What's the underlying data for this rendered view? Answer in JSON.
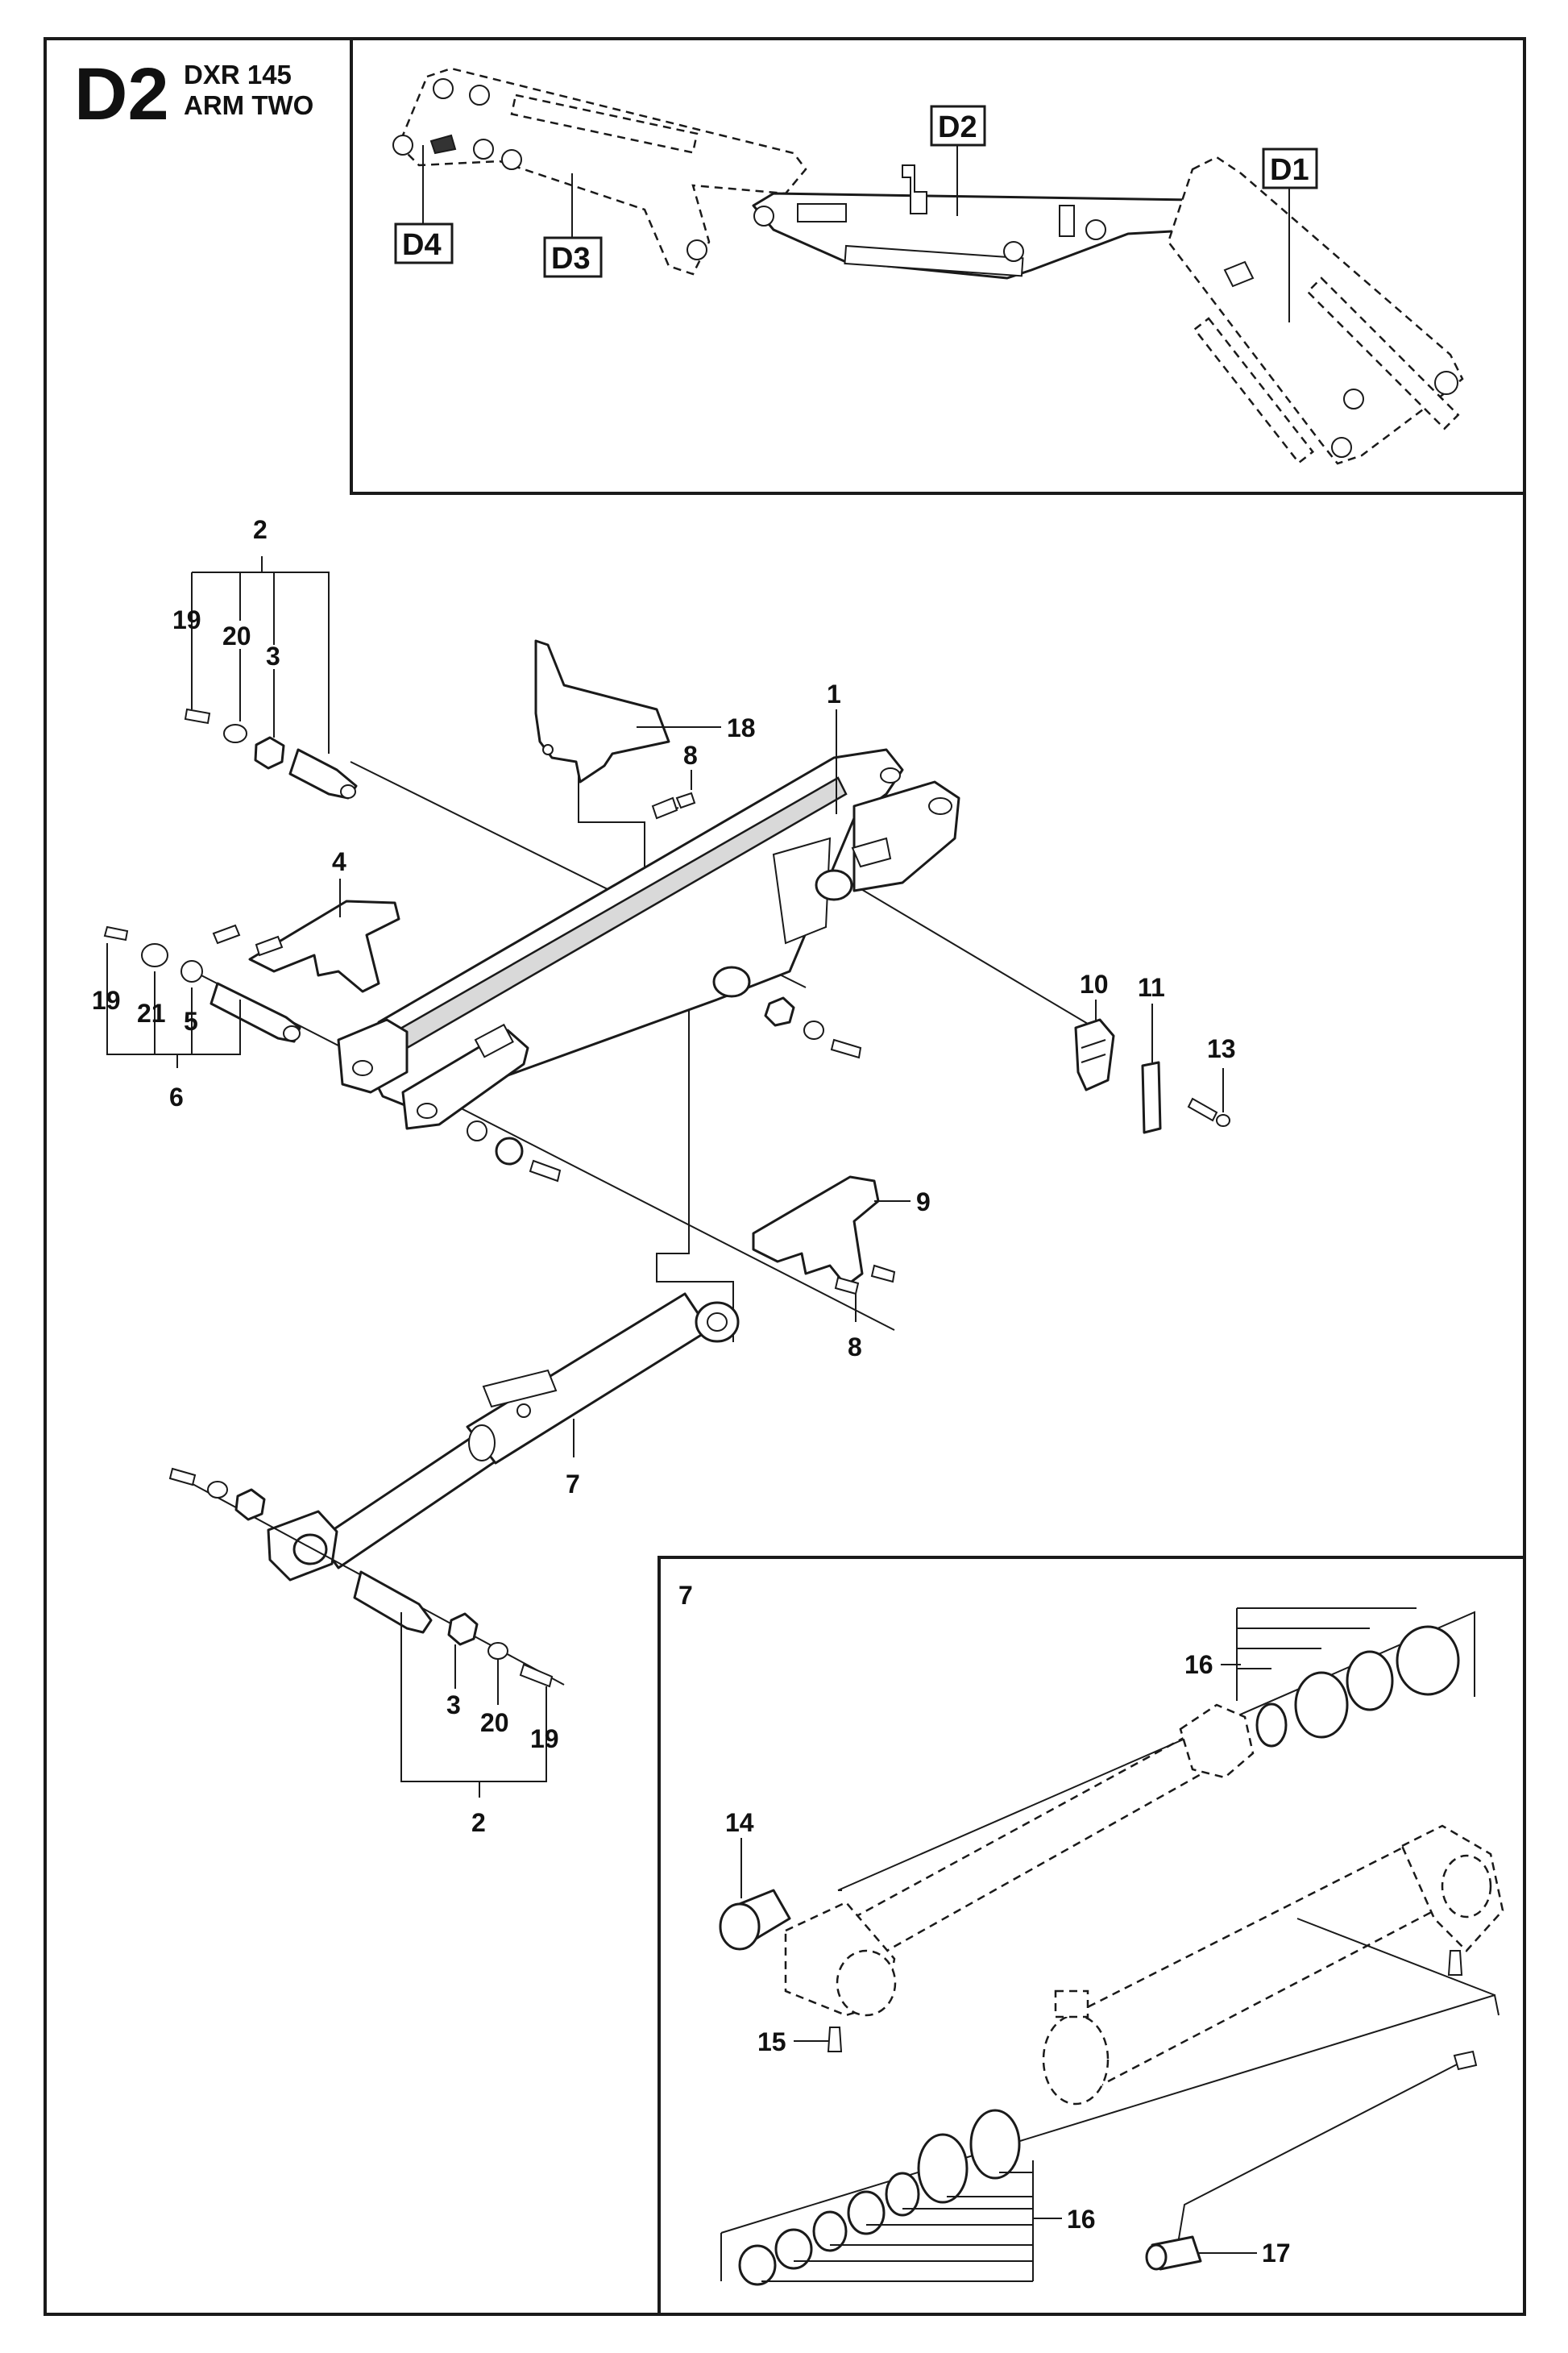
{
  "title": {
    "code": "D2",
    "line1": "DXR 145",
    "line2": "ARM TWO"
  },
  "overview": {
    "labels": [
      "D2",
      "D1",
      "D4",
      "D3"
    ]
  },
  "callouts": {
    "c1": "1",
    "c2a": "2",
    "c2b": "2",
    "c3a": "3",
    "c3b": "3",
    "c4": "4",
    "c5": "5",
    "c6": "6",
    "c7a": "7",
    "c7b": "7",
    "c8a": "8",
    "c8b": "8",
    "c9": "9",
    "c10": "10",
    "c11": "11",
    "c13": "13",
    "c14": "14",
    "c15": "15",
    "c16a": "16",
    "c16b": "16",
    "c17": "17",
    "c18": "18",
    "c19a": "19",
    "c19b": "19",
    "c19c": "19",
    "c20a": "20",
    "c20b": "20",
    "c21": "21"
  },
  "inset": {
    "label": "7"
  }
}
